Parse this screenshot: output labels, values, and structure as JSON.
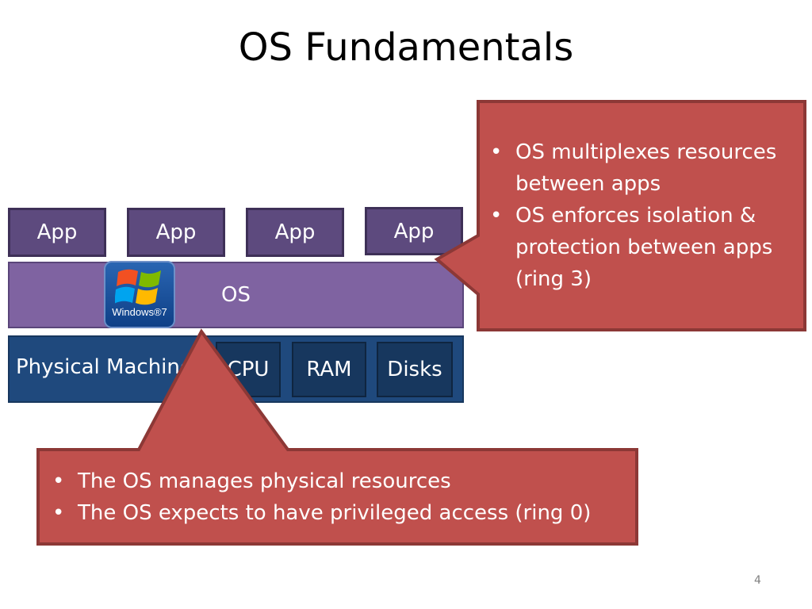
{
  "title": "OS Fundamentals",
  "apps": [
    "App",
    "App",
    "App",
    "App"
  ],
  "os_label": "OS",
  "logo": {
    "icon": "windows-7-logo",
    "text": "Windows®7"
  },
  "hardware": {
    "label": "Physical Machine",
    "parts": [
      "CPU",
      "RAM",
      "Disks"
    ]
  },
  "callout_right": {
    "bullets": [
      "OS multiplexes resources between apps",
      "OS enforces isolation & protection between apps (ring 3)"
    ]
  },
  "callout_bottom": {
    "bullets": [
      "The OS manages physical resources",
      "The OS expects to have privileged access (ring 0)"
    ]
  },
  "colors": {
    "callout": "#c0504d",
    "callout_border": "#8c3836",
    "app": "#5d4a7e",
    "os": "#7f63a1",
    "hardware": "#1f497d"
  },
  "page_number": "4"
}
